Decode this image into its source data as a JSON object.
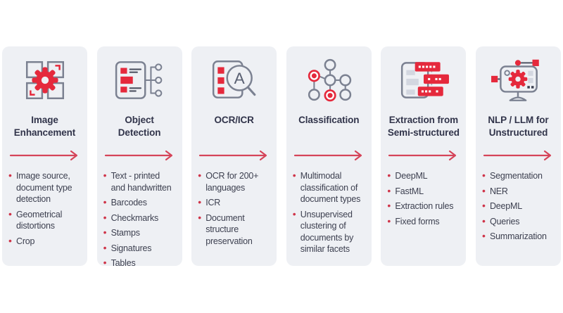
{
  "page": {
    "background": "#ffffff"
  },
  "colors": {
    "card_bg": "#eef0f4",
    "icon_red": "#e5293c",
    "arrow_red": "#d54459",
    "title_text": "#31344a",
    "body_text": "#3d4050",
    "icon_gray": "#7b8191"
  },
  "cards": [
    {
      "title": "Image Enhancement",
      "icon": "image-enhancement-icon",
      "bullets": [
        "Image source, document type detection",
        "Geometrical distortions",
        "Crop"
      ]
    },
    {
      "title": "Object Detection",
      "icon": "object-detection-icon",
      "bullets": [
        "Text - printed and handwritten",
        "Barcodes",
        "Checkmarks",
        "Stamps",
        "Signatures",
        "Tables"
      ]
    },
    {
      "title": "OCR/ICR",
      "icon": "ocr-icr-icon",
      "bullets": [
        "OCR for 200+ languages",
        "ICR",
        "Document structure preservation"
      ]
    },
    {
      "title": "Classification",
      "icon": "classification-icon",
      "bullets": [
        "Multimodal classification of document types",
        "Unsupervised clustering of documents by similar facets"
      ]
    },
    {
      "title": "Extraction from Semi-structured",
      "icon": "extraction-semi-structured-icon",
      "bullets": [
        "DeepML",
        "FastML",
        "Extraction rules",
        "Fixed forms"
      ]
    },
    {
      "title": "NLP / LLM for Unstructured",
      "icon": "nlp-llm-unstructured-icon",
      "bullets": [
        "Segmentation",
        "NER",
        "DeepML",
        "Queries",
        "Summarization"
      ]
    }
  ]
}
